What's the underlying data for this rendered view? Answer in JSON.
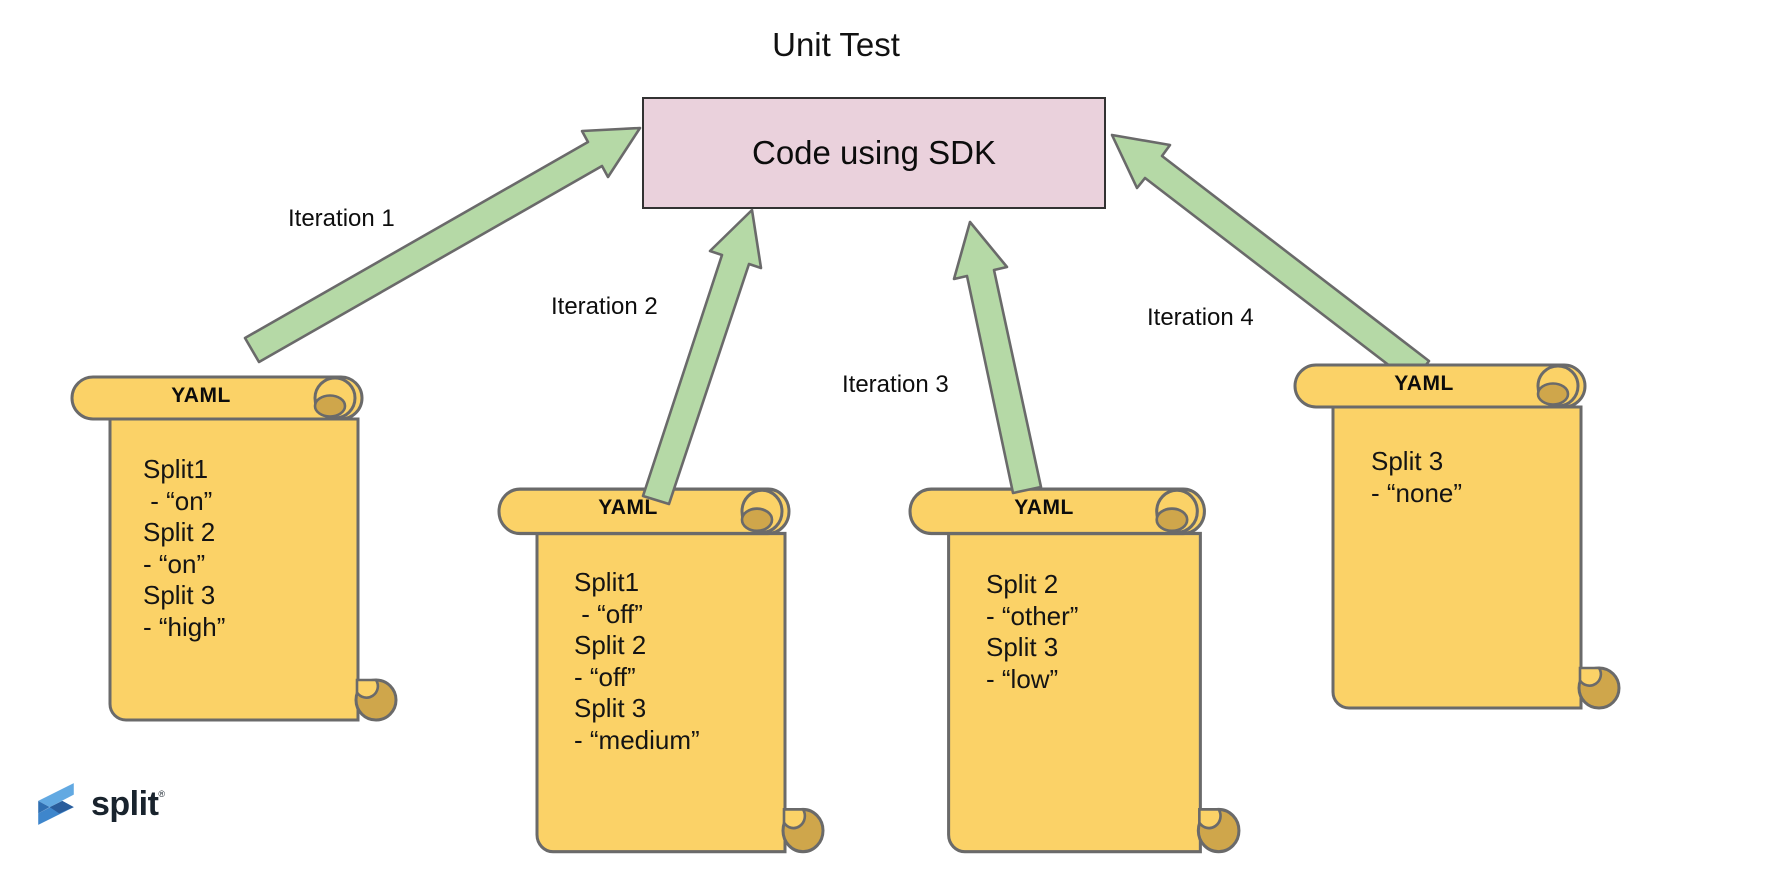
{
  "title": "Unit Test",
  "sdk_box": {
    "label": "Code using SDK"
  },
  "arrows": [
    {
      "label": "Iteration 1"
    },
    {
      "label": "Iteration 2"
    },
    {
      "label": "Iteration 3"
    },
    {
      "label": "Iteration 4"
    }
  ],
  "scrolls": [
    {
      "header": "YAML",
      "lines": [
        "Split1",
        " - “on”",
        "Split 2",
        "- “on”",
        "Split 3",
        "- “high”"
      ]
    },
    {
      "header": "YAML",
      "lines": [
        "Split1",
        " - “off”",
        "Split 2",
        "- “off”",
        "Split 3",
        "- “medium”"
      ]
    },
    {
      "header": "YAML",
      "lines": [
        "Split 2",
        "- “other”",
        "Split 3",
        "- “low”"
      ]
    },
    {
      "header": "YAML",
      "lines": [
        "Split 3",
        "- “none”"
      ]
    }
  ],
  "logo": {
    "text": "split",
    "registered_mark": "®"
  },
  "colors": {
    "scroll_fill": "#fbd267",
    "scroll_roll": "#cfa64b",
    "scroll_outline": "#6a6a6a",
    "arrow_fill": "#b5d9a6",
    "arrow_outline": "#6a6a6a",
    "box_fill": "#ead1dc",
    "box_outline": "#323232",
    "logo_blue_light": "#62a9e2",
    "logo_blue_mid": "#3e86cc",
    "logo_blue_dark": "#2a5d9c"
  }
}
